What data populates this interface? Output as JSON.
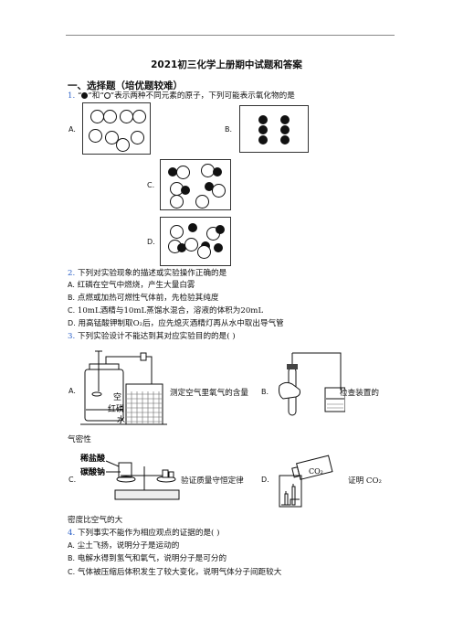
{
  "doc": {
    "title": "2021初三化学上册期中试题和答案",
    "section": "一、选择题（培优题较难）"
  },
  "q1": {
    "num": "1.",
    "text_a": "“",
    "text_b": "”和“",
    "text_c": "”表示两种不同元素的原子，下列可能表示氧化物的是",
    "opts": [
      "A.",
      "B.",
      "C.",
      "D."
    ]
  },
  "q2": {
    "num": "2.",
    "text": "下列对实验现象的描述或实验操作正确的是",
    "items": [
      {
        "label": "A.",
        "text": "红磷在空气中燃烧，产生大量白雾"
      },
      {
        "label": "B.",
        "text": "点燃或加热可燃性气体前，先检验其纯度"
      },
      {
        "label": "C.",
        "text": "10mL酒精与10mL蒸馏水混合，溶液的体积为20mL"
      },
      {
        "label": "D.",
        "text": "用高锰酸钾制取O₂后，应先熄灭酒精灯再从水中取出导气管"
      }
    ]
  },
  "q3": {
    "num": "3.",
    "text": "下列实验设计不能达到其对应实验目的的是(    )",
    "a_label": "A.",
    "a_caption": "测定空气里氧气的含量",
    "a_fig1": "空",
    "a_fig2": "红磷",
    "a_fig3": "水",
    "b_label": "B.",
    "b_caption": "检查装置的",
    "b_caption2": "气密性",
    "c_label": "C.",
    "c_fig1": "稀盐酸",
    "c_fig2": "碳酸钠",
    "c_caption": "验证质量守恒定律",
    "d_label": "D.",
    "d_gas": "CO₂",
    "d_caption": "证明 CO₂",
    "d_caption2": "密度比空气的大"
  },
  "q4": {
    "num": "4.",
    "text": "下列事实不能作为相应观点的证据的是(    )",
    "items": [
      {
        "label": "A.",
        "text": "尘土飞扬，说明分子是运动的"
      },
      {
        "label": "B.",
        "text": "电解水得到氢气和氧气，说明分子是可分的"
      },
      {
        "label": "C.",
        "text": "气体被压缩后体积发生了较大变化，说明气体分子间距较大"
      }
    ]
  }
}
